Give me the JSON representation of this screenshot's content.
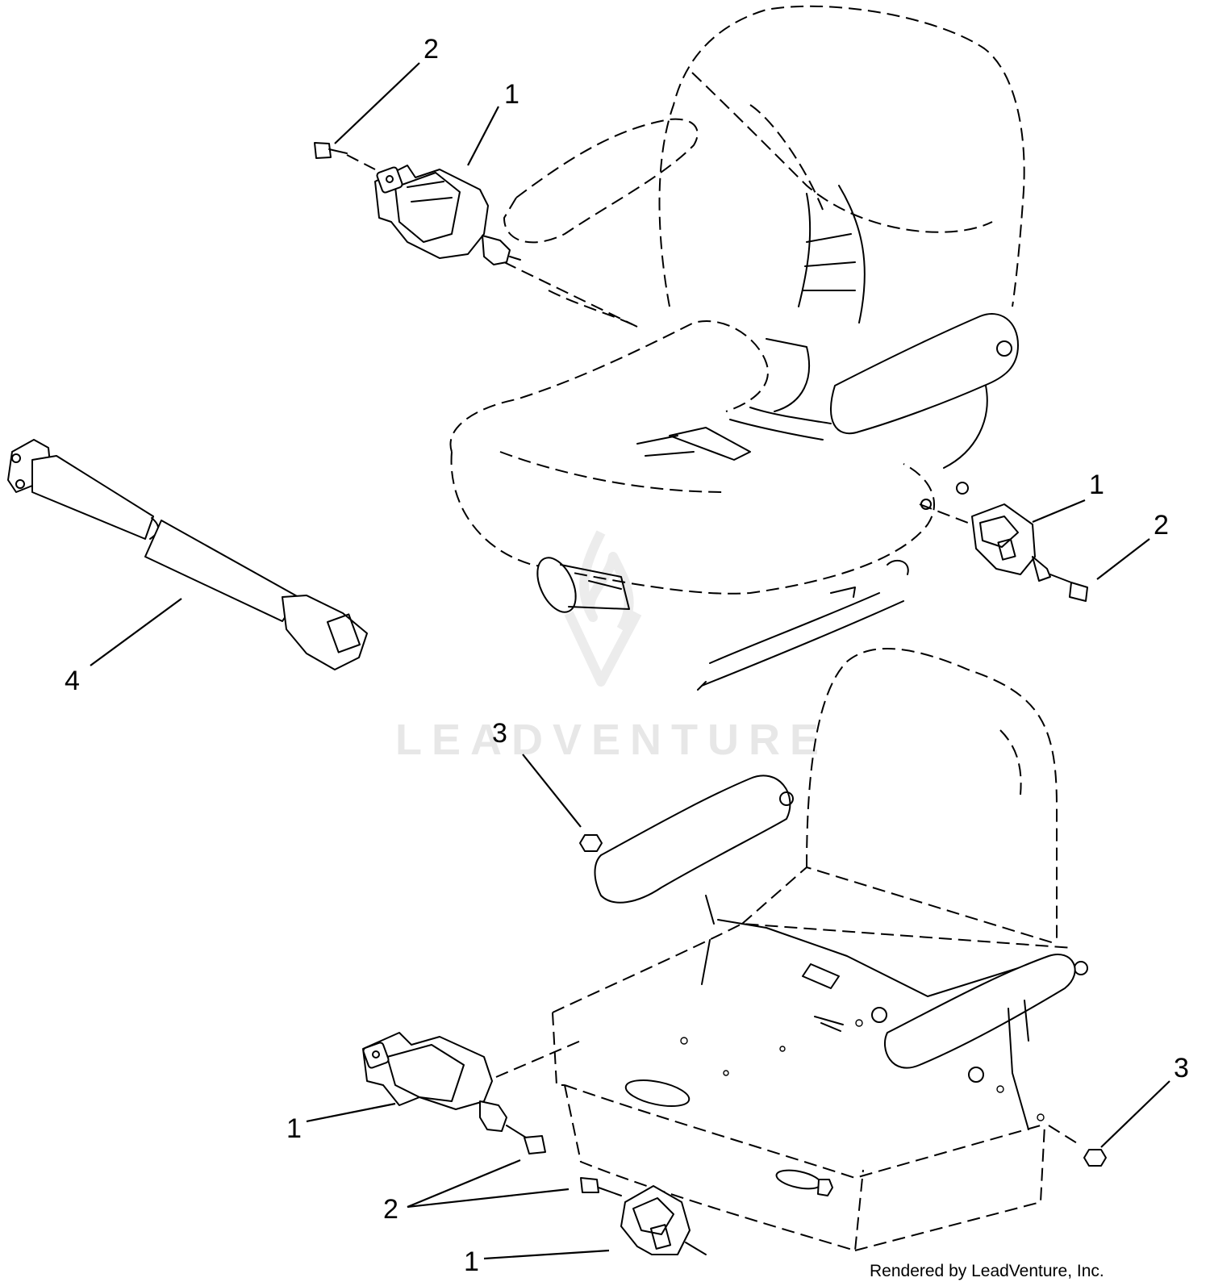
{
  "callouts": [
    {
      "id": "c1",
      "label": "2"
    },
    {
      "id": "c2",
      "label": "1"
    },
    {
      "id": "c3",
      "label": "1"
    },
    {
      "id": "c4",
      "label": "2"
    },
    {
      "id": "c5",
      "label": "4"
    },
    {
      "id": "c6",
      "label": "3"
    },
    {
      "id": "c7",
      "label": "3"
    },
    {
      "id": "c8",
      "label": "1"
    },
    {
      "id": "c9",
      "label": "2"
    },
    {
      "id": "c10",
      "label": "1"
    }
  ],
  "watermark": {
    "text": "LEADVENTURE"
  },
  "credit": {
    "text": "Rendered by LeadVenture, Inc."
  }
}
